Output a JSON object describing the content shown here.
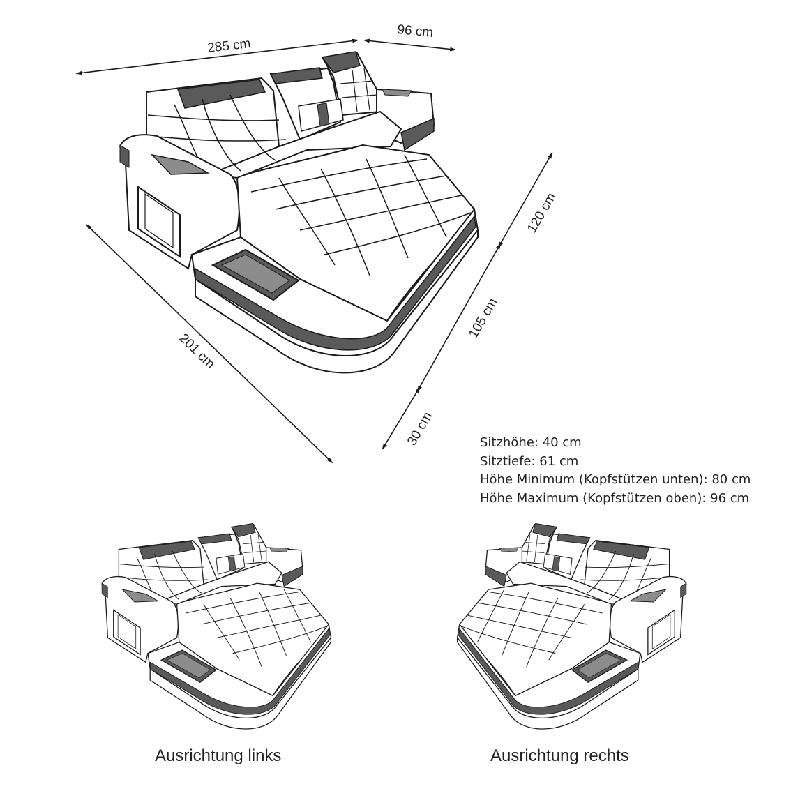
{
  "dimensions": {
    "width_main": "285 cm",
    "width_side": "96 cm",
    "depth_left": "201 cm",
    "depth_right_upper": "120 cm",
    "depth_right_middle": "105 cm",
    "depth_right_lower": "30 cm"
  },
  "specs": [
    "Sitzhöhe: 40 cm",
    "Sitztiefe: 61 cm",
    "Höhe Minimum (Kopfstützen unten): 80 cm",
    "Höhe Maximum (Kopfstützen oben): 96 cm"
  ],
  "variants": {
    "left_label": "Ausrichtung links",
    "right_label": "Ausrichtung rechts"
  },
  "colors": {
    "line": "#1a1a1a",
    "accent": "#5a5a5a",
    "panel": "#8c8c8c"
  }
}
